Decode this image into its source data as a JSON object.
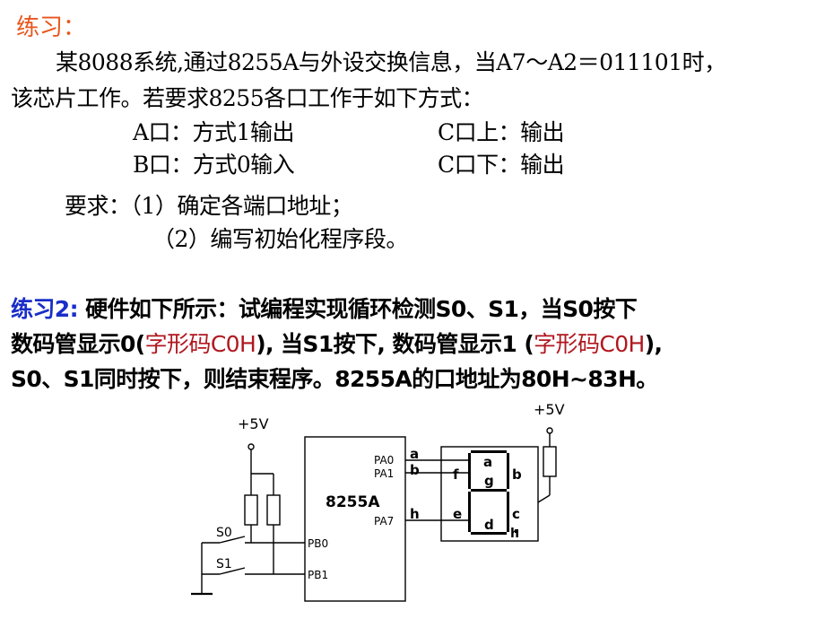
{
  "ex1": {
    "title": "练习：",
    "line1": "某8088系统,通过8255A与外设交换信息，当A7～A2＝011101时，",
    "line2": "该芯片工作。若要求8255各口工作于如下方式：",
    "a_port": "A口：方式1输出",
    "c_upper": "C口上：输出",
    "b_port": "B口：方式0输入",
    "c_lower": "C口下：输出",
    "req1": "要求：（1）确定各端口地址；",
    "req2": "（2）编写初始化程序段。"
  },
  "ex2": {
    "title": "练习2:",
    "l1_text": "硬件如下所示：试编程实现循环检测S0、S1，当S0按下",
    "l2_a": "数码管显示0(",
    "l2_red1": "字形码C0H",
    "l2_b": "), 当S1按下, 数码管显示1 (",
    "l2_red2": "字形码C0H",
    "l2_c": "),",
    "l3": "S0、S1同时按下，则结束程序。8255A的口地址为80H~83H。"
  },
  "circuit": {
    "vcc_left": "+5V",
    "vcc_right": "+5V",
    "chip": "8255A",
    "pa0": "PA0",
    "pa1": "PA1",
    "pa7": "PA7",
    "pb0": "PB0",
    "pb1": "PB1",
    "s0": "S0",
    "s1": "S1",
    "wire_a": "a",
    "wire_b": "b",
    "wire_h": "h",
    "seg_a": "a",
    "seg_b": "b",
    "seg_c": "c",
    "seg_d": "d",
    "seg_e": "e",
    "seg_f": "f",
    "seg_g": "g",
    "seg_h": "h"
  }
}
